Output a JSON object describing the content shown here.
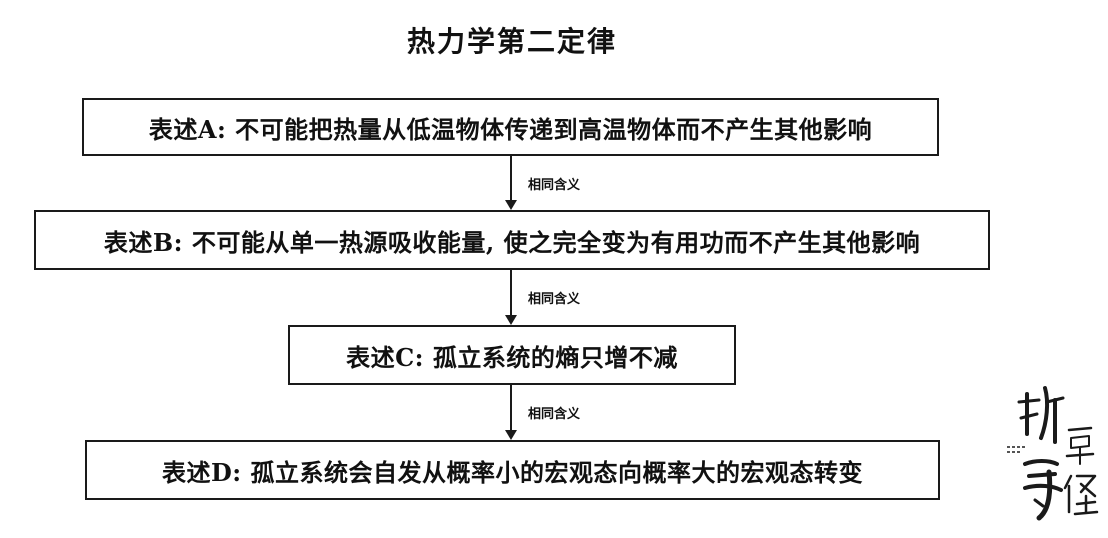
{
  "title": "热力学第二定律",
  "statements": [
    {
      "label": "表述A: 不可能把热量从低温物体传递到高温物体而不产生其他影响"
    },
    {
      "label": "表述B: 不可能从单一热源吸收能量, 使之完全变为有用功而不产生其他影响"
    },
    {
      "label": "表述C: 孤立系统的熵只增不减"
    },
    {
      "label": "表述D: 孤立系统会自发从概率小的宏观态向概率大的宏观态转变"
    }
  ],
  "connectors": [
    {
      "label": "相同含义"
    },
    {
      "label": "相同含义"
    },
    {
      "label": "相同含义"
    }
  ],
  "watermark": {
    "text": "断墨寻径",
    "icon": "ink-brush-seal-icon"
  }
}
